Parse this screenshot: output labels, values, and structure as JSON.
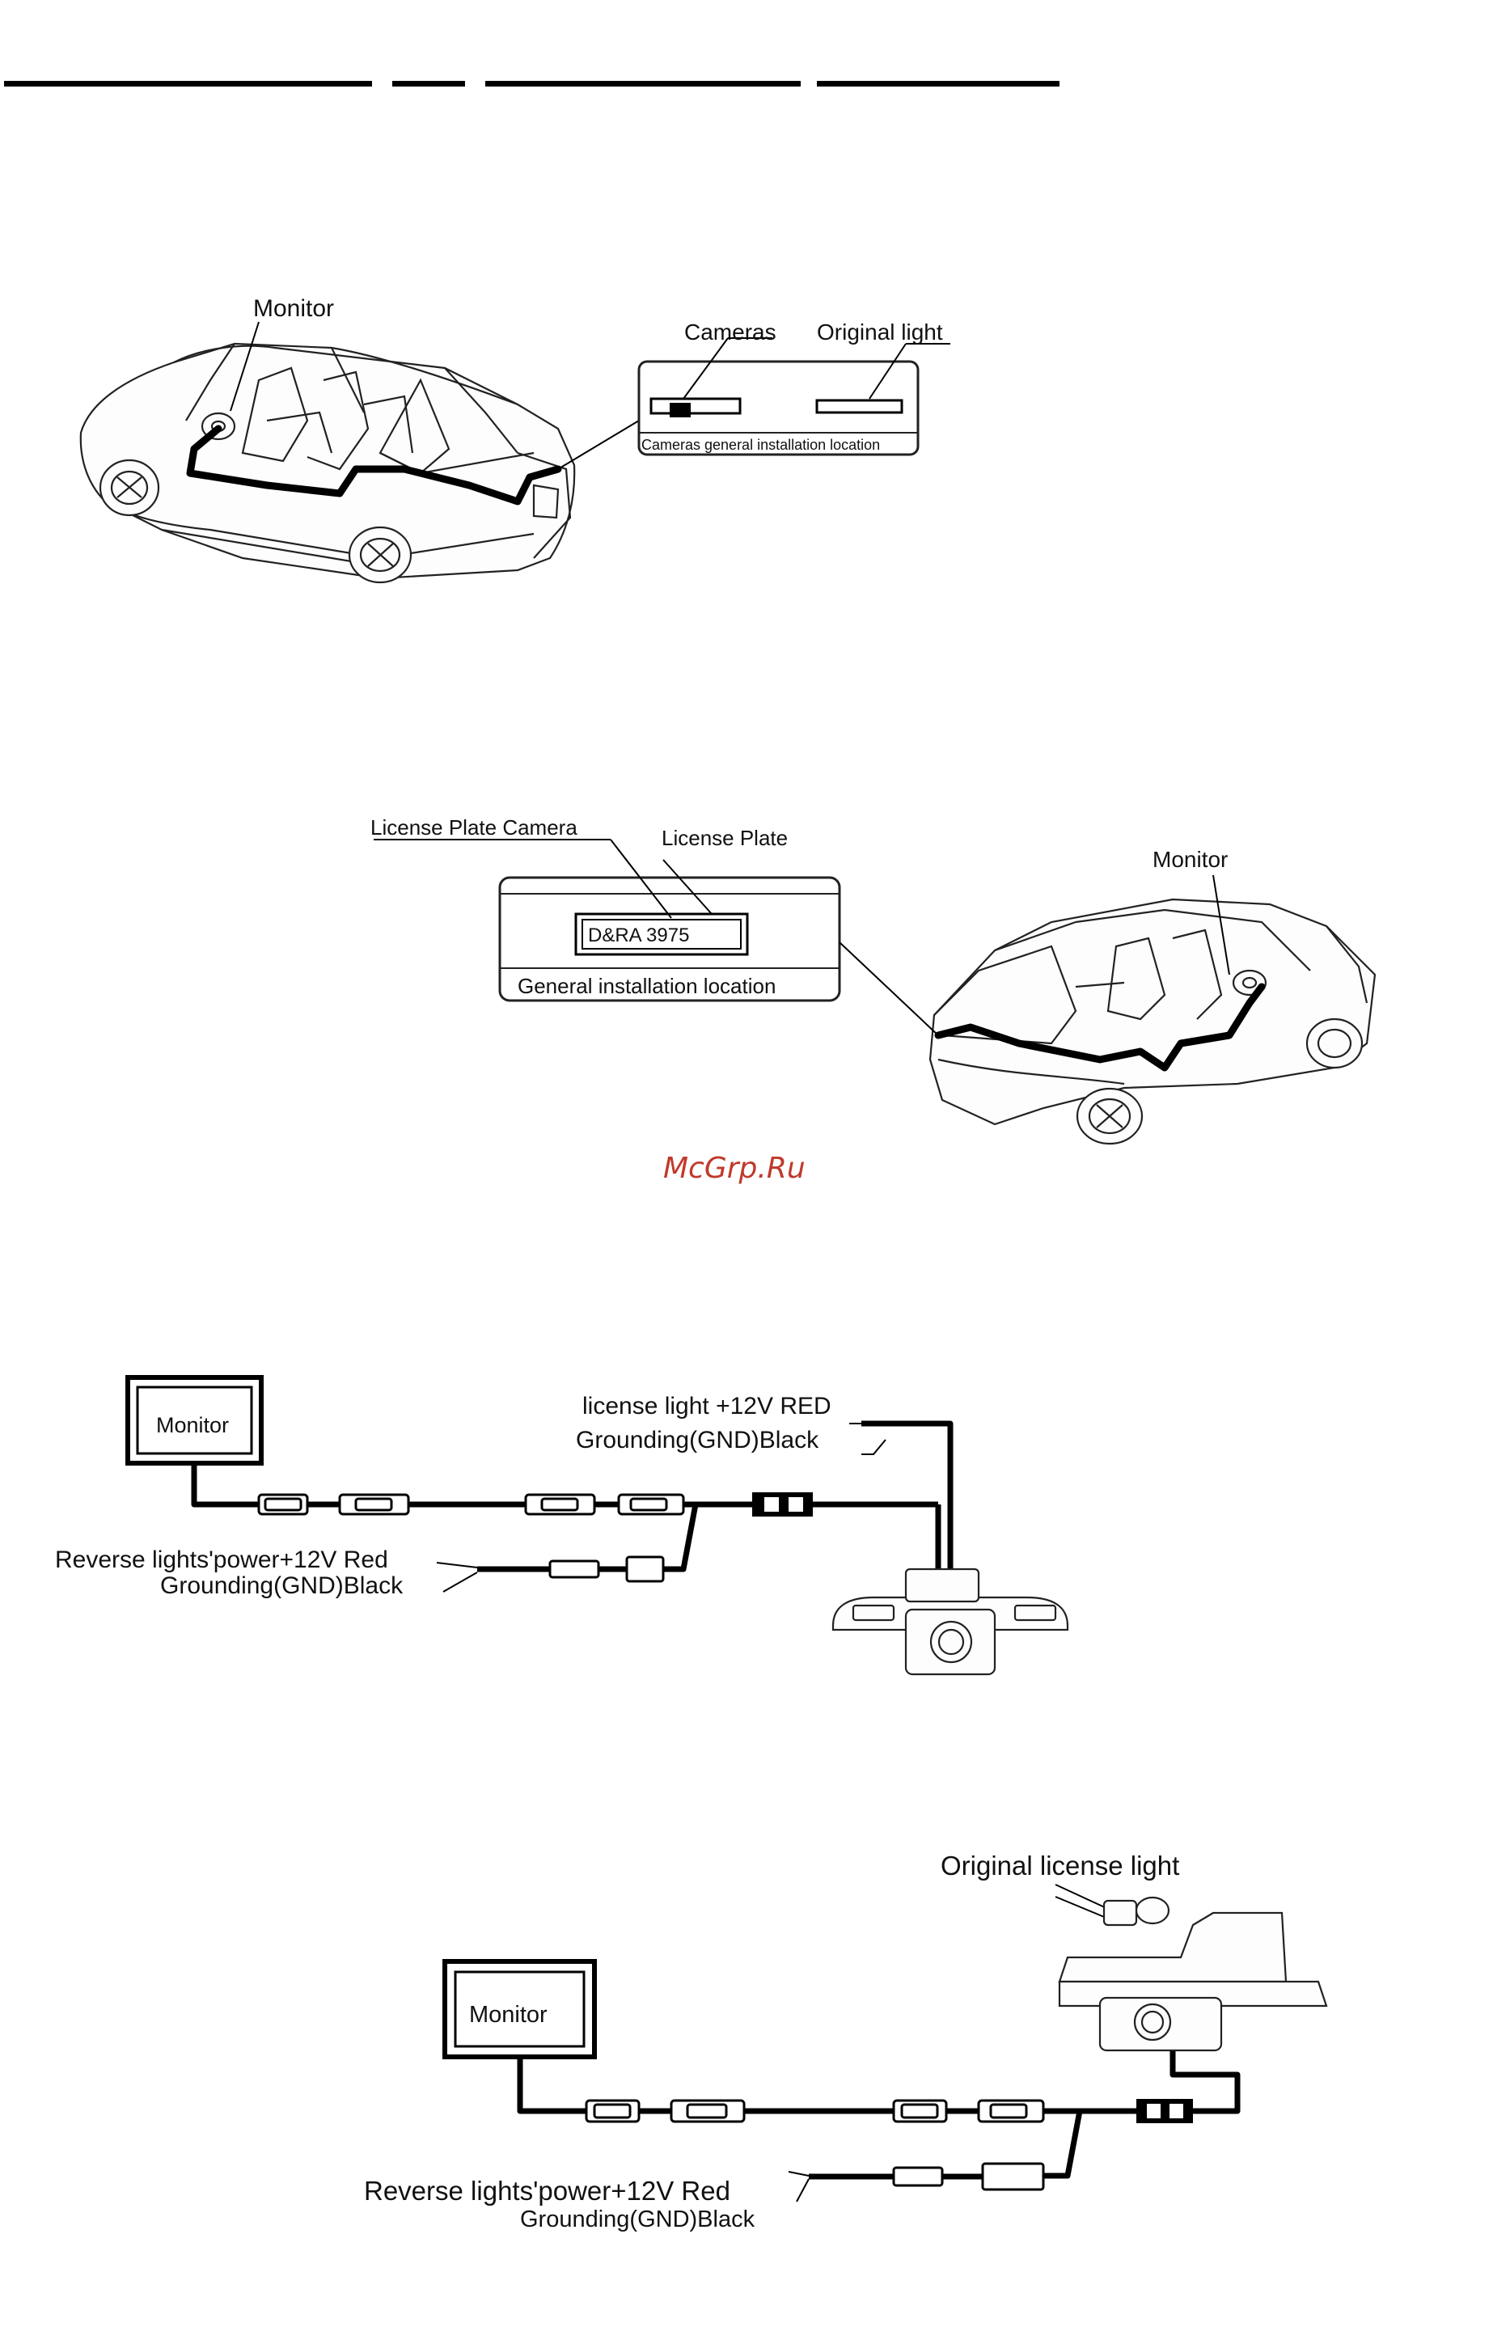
{
  "diagram1": {
    "monitor_label": "Monitor",
    "cameras_label": "Cameras",
    "original_light_label": "Original light",
    "inset_caption": "Cameras general installation location"
  },
  "diagram2": {
    "license_plate_camera_label": "License Plate Camera",
    "license_plate_label": "License Plate",
    "plate_text": "D&RA  3975",
    "inset_caption": "General installation location",
    "monitor_label": "Monitor"
  },
  "watermark": "McGrp.Ru",
  "diagram3": {
    "monitor_box_label": "Monitor",
    "license_light_label": "license light +12V RED",
    "ground_top_label": "Grounding(GND)Black",
    "reverse_label": "Reverse lights'power+12V Red",
    "ground_bottom_label": "Grounding(GND)Black"
  },
  "diagram4": {
    "original_license_light_label": "Original license light",
    "monitor_box_label": "Monitor",
    "reverse_label": "Reverse lights'power+12V Red",
    "ground_label": "Grounding(GND)Black"
  }
}
